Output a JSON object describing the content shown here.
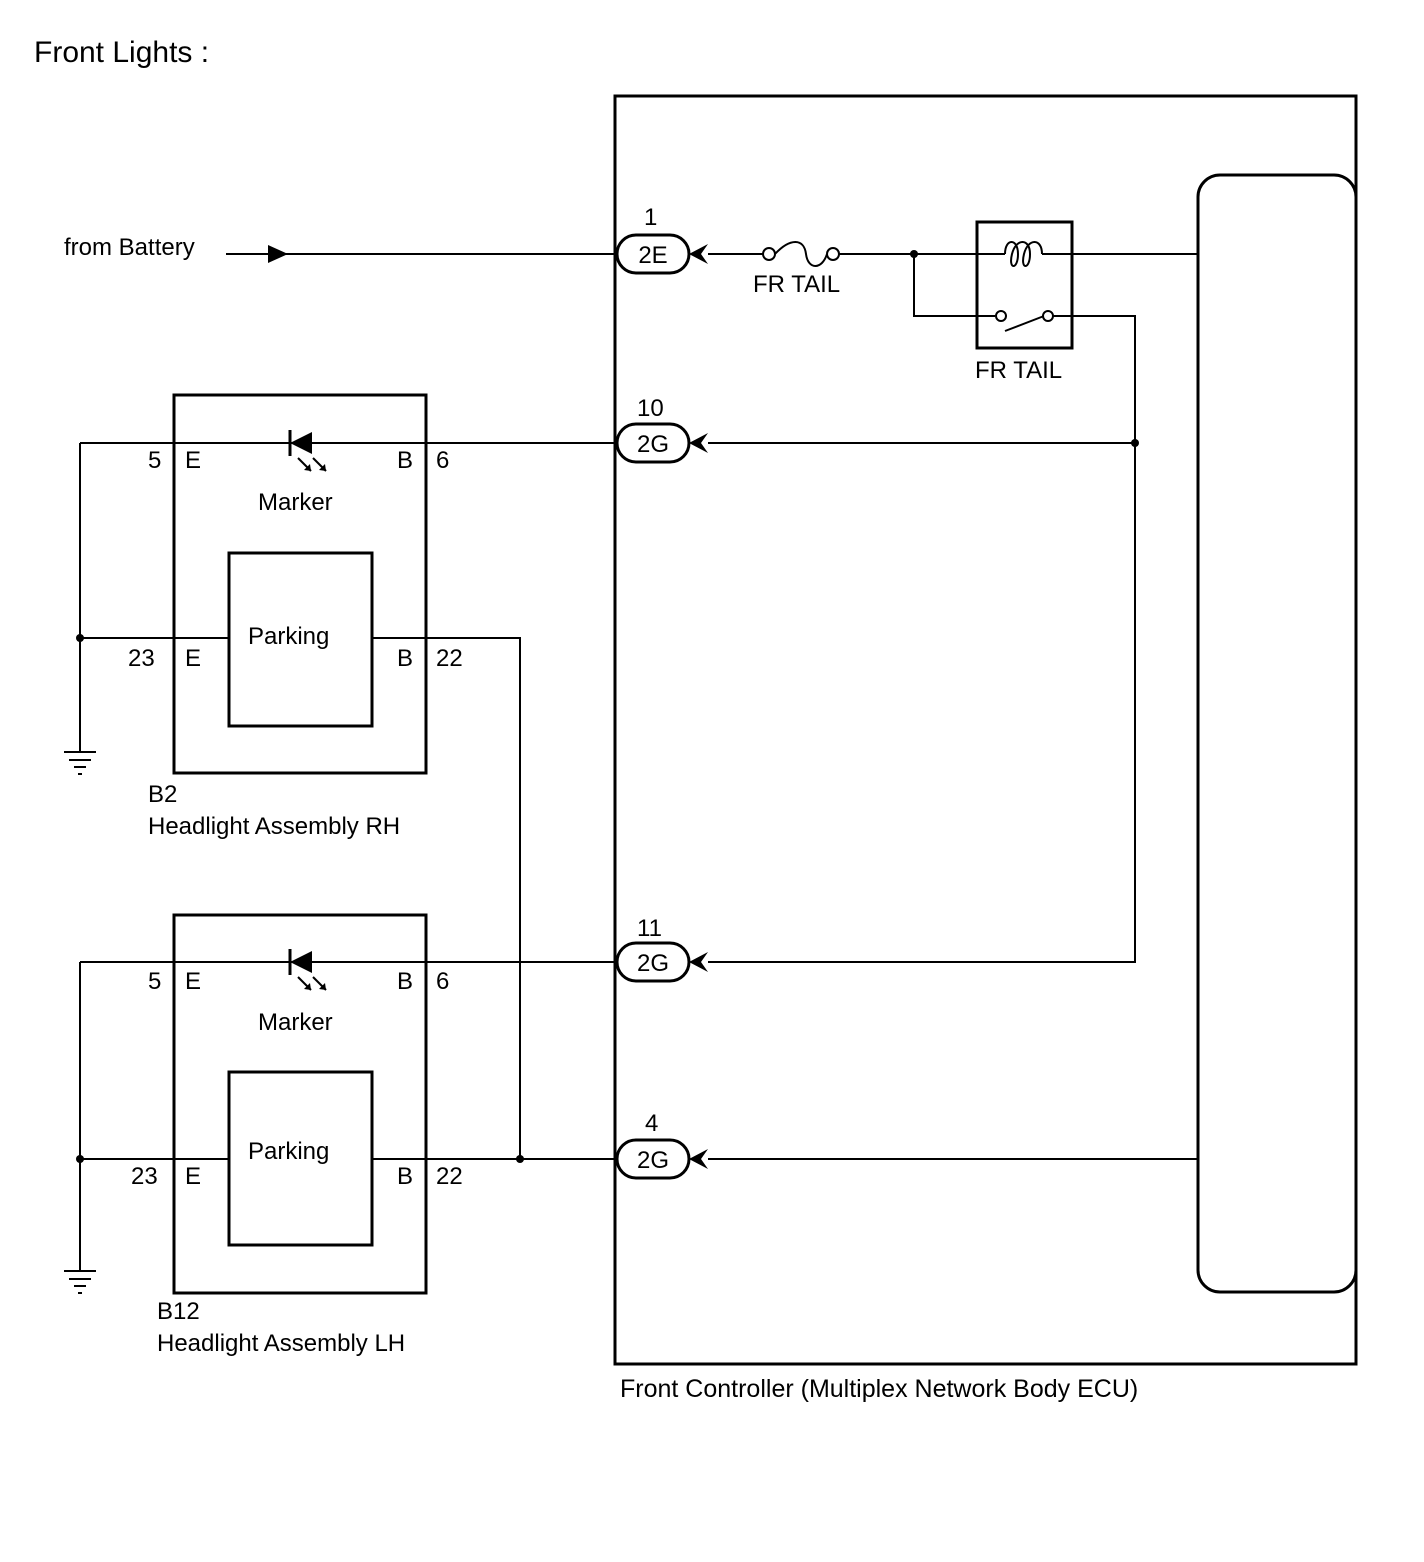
{
  "title": "Front Lights :",
  "battery_label": "from Battery",
  "ecu": {
    "name": "Front Controller (Multiplex Network Body ECU)",
    "connectors": [
      {
        "pin": "1",
        "code": "2E"
      },
      {
        "pin": "10",
        "code": "2G"
      },
      {
        "pin": "11",
        "code": "2G"
      },
      {
        "pin": "4",
        "code": "2G"
      }
    ],
    "fuse_label": "FR TAIL",
    "relay_label": "FR TAIL"
  },
  "assemblies": [
    {
      "id": "B2",
      "name": "Headlight Assembly RH",
      "marker_label": "Marker",
      "parking_label": "Parking",
      "pins": {
        "marker_e": "5",
        "marker_b": "6",
        "parking_e": "23",
        "parking_b": "22"
      },
      "terminals": {
        "e": "E",
        "b": "B"
      }
    },
    {
      "id": "B12",
      "name": "Headlight Assembly LH",
      "marker_label": "Marker",
      "parking_label": "Parking",
      "pins": {
        "marker_e": "5",
        "marker_b": "6",
        "parking_e": "23",
        "parking_b": "22"
      },
      "terminals": {
        "e": "E",
        "b": "B"
      }
    }
  ]
}
